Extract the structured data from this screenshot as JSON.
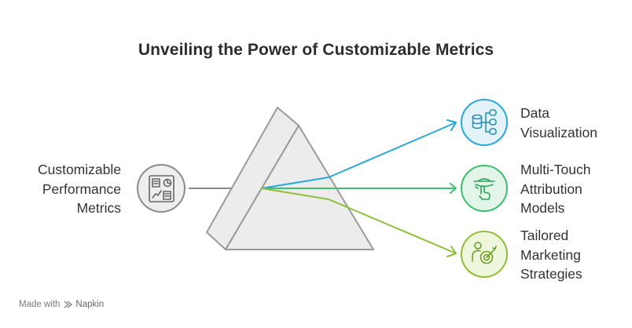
{
  "title": "Unveiling the Power of Customizable Metrics",
  "input": {
    "lines": [
      "Customizable",
      "Performance",
      "Metrics"
    ],
    "icon": "dashboard-icon"
  },
  "outputs": [
    {
      "lines": [
        "Data",
        "Visualization"
      ],
      "icon": "database-hierarchy-icon",
      "color": "#2aa7d8",
      "fill": "#e3f3fa"
    },
    {
      "lines": [
        "Multi-Touch",
        "Attribution",
        "Models"
      ],
      "icon": "touch-drone-icon",
      "color": "#3cbf6e",
      "fill": "#e2f5e8"
    },
    {
      "lines": [
        "Tailored",
        "Marketing",
        "Strategies"
      ],
      "icon": "person-target-icon",
      "color": "#8dbf3a",
      "fill": "#eef6dc"
    }
  ],
  "footer": {
    "prefix": "Made with",
    "brand": "Napkin"
  }
}
